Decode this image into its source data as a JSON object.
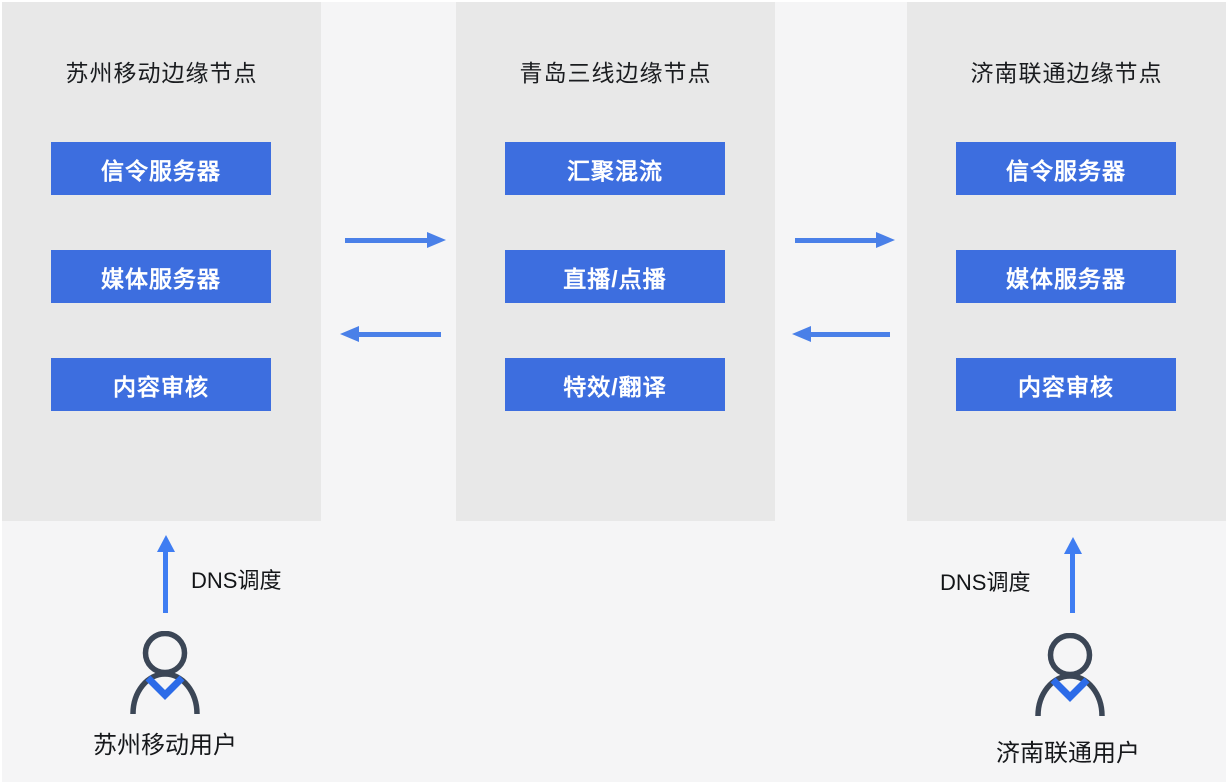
{
  "nodes": [
    {
      "title": "苏州移动边缘节点",
      "services": [
        "信令服务器",
        "媒体服务器",
        "内容审核"
      ]
    },
    {
      "title": "青岛三线边缘节点",
      "services": [
        "汇聚混流",
        "直播/点播",
        "特效/翻译"
      ]
    },
    {
      "title": "济南联通边缘节点",
      "services": [
        "信令服务器",
        "媒体服务器",
        "内容审核"
      ]
    }
  ],
  "users": [
    {
      "label": "苏州移动用户",
      "dns_label": "DNS调度"
    },
    {
      "label": "济南联通用户",
      "dns_label": "DNS调度"
    }
  ],
  "icons": {
    "user": "user-icon",
    "flow_right": "arrow-right-icon",
    "flow_left": "arrow-left-icon",
    "dns_up": "arrow-up-icon"
  },
  "colors": {
    "page_background": "#F5F5F6",
    "node_panel": "#E8E8E8",
    "service_box": "#3D6EDF",
    "service_text": "#FFFFFF",
    "arrow_horizontal": "#4A80E8",
    "arrow_vertical": "#3F7DF2",
    "user_icon_stroke": "#3B4656",
    "user_icon_collar": "#2C6BE8",
    "title_text": "#1A1C1F"
  }
}
